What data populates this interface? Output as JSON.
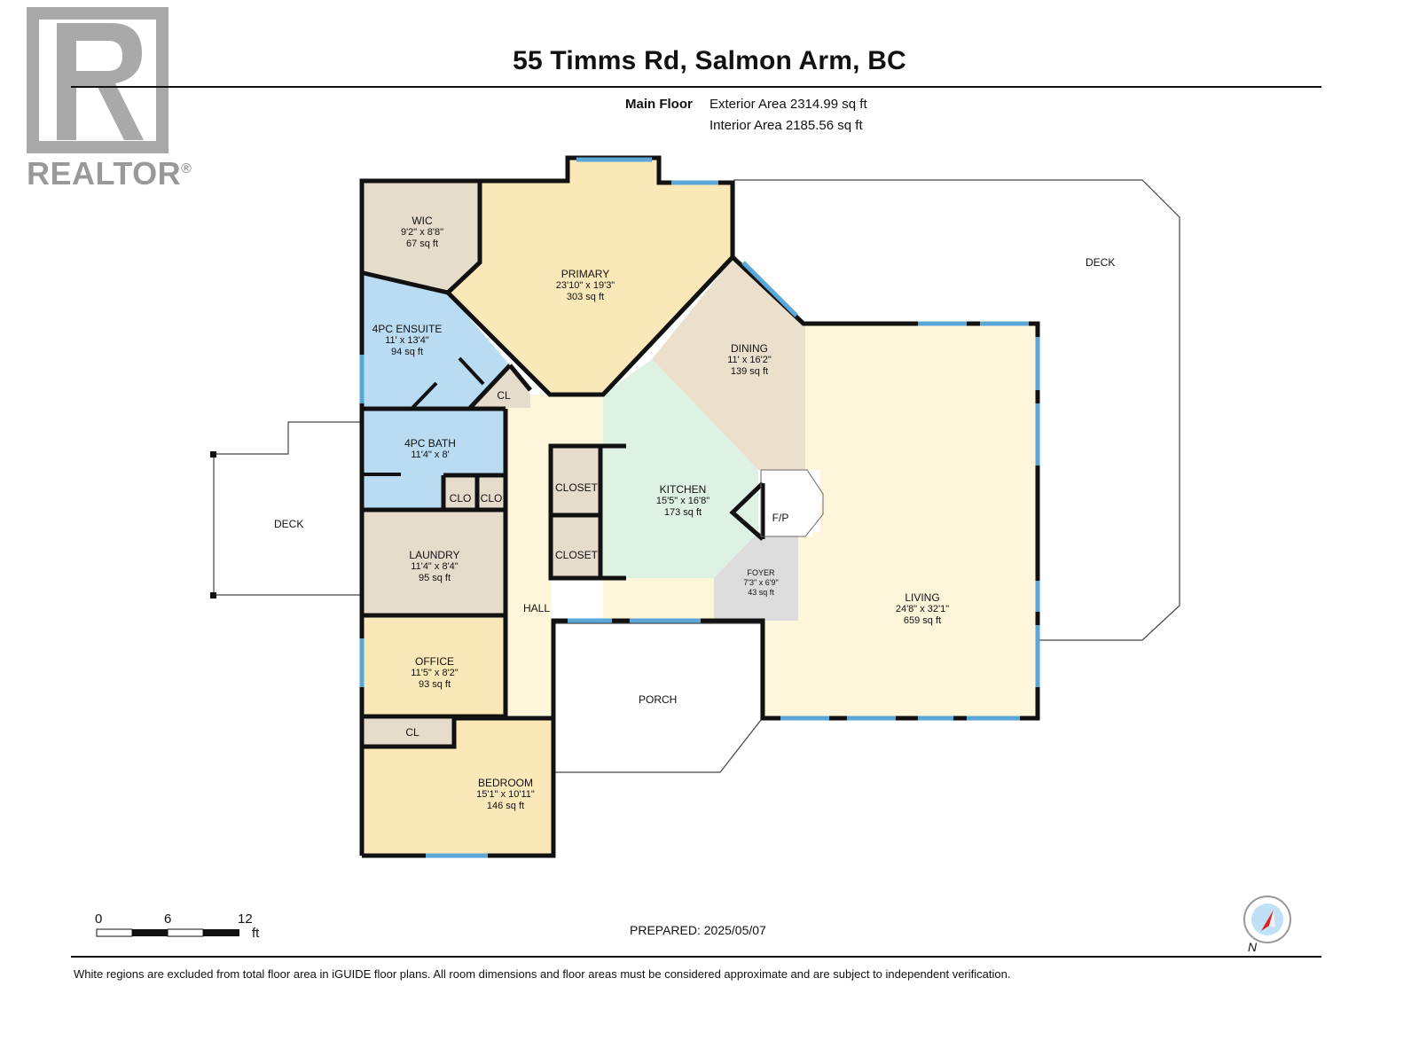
{
  "header": {
    "title": "55 Timms Rd, Salmon Arm, BC",
    "floor_label": "Main Floor",
    "exterior_area": "Exterior Area 2314.99 sq ft",
    "interior_area": "Interior Area 2185.56 sq ft"
  },
  "logo": {
    "text": "REALTOR",
    "mark": "®",
    "icon": "realtor-r-logo"
  },
  "rooms": {
    "wic": {
      "name": "WIC",
      "dims": "9'2\" x 8'8\"",
      "area": "67 sq ft"
    },
    "primary": {
      "name": "PRIMARY",
      "dims": "23'10\" x 19'3\"",
      "area": "303 sq ft"
    },
    "ensuite": {
      "name": "4PC ENSUITE",
      "dims": "11' x 13'4\"",
      "area": "94 sq ft"
    },
    "cl_ensuite": {
      "name": "CL"
    },
    "dining": {
      "name": "DINING",
      "dims": "11' x 16'2\"",
      "area": "139 sq ft"
    },
    "bath": {
      "name": "4PC BATH",
      "dims": "11'4\" x 8'"
    },
    "clo1": {
      "name": "CLO"
    },
    "clo2": {
      "name": "CLO"
    },
    "closet1": {
      "name": "CLOSET"
    },
    "closet2": {
      "name": "CLOSET"
    },
    "kitchen": {
      "name": "KITCHEN",
      "dims": "15'5\" x 16'8\"",
      "area": "173 sq ft"
    },
    "fp": {
      "name": "F/P"
    },
    "laundry": {
      "name": "LAUNDRY",
      "dims": "11'4\" x 8'4\"",
      "area": "95 sq ft"
    },
    "hall": {
      "name": "HALL"
    },
    "foyer": {
      "name": "FOYER",
      "dims": "7'3\" x 6'9\"",
      "area": "43 sq ft"
    },
    "living": {
      "name": "LIVING",
      "dims": "24'8\" x 32'1\"",
      "area": "659 sq ft"
    },
    "office": {
      "name": "OFFICE",
      "dims": "11'5\" x 8'2\"",
      "area": "93 sq ft"
    },
    "cl_bedroom": {
      "name": "CL"
    },
    "bedroom": {
      "name": "BEDROOM",
      "dims": "15'1\" x 10'11\"",
      "area": "146 sq ft"
    }
  },
  "exterior": {
    "deck_east": "DECK",
    "deck_west": "DECK",
    "porch": "PORCH"
  },
  "scale": {
    "ticks": [
      "0",
      "6",
      "12"
    ],
    "unit": "ft"
  },
  "prepared": "PREPARED: 2025/05/07",
  "compass": {
    "label": "N",
    "icon": "north-arrow-icon"
  },
  "disclaimer": "White regions are excluded from total floor area in iGUIDE floor plans. All room dimensions and floor areas must be considered approximate and are subject to independent verification.",
  "colors": {
    "wall": "#111111",
    "window": "#5aa6d6",
    "wic": "#e6dccb",
    "primary": "#fbe8b8",
    "ensuite": "#b9dcf3",
    "dining": "#ece0cd",
    "kitchen": "#def2e3",
    "hall": "#fdf6da",
    "foyer": "#dcdcdc",
    "living": "#fdf6da",
    "laundry": "#e6dccb",
    "office": "#fbe8b8",
    "bedroom": "#fbe8b8"
  }
}
